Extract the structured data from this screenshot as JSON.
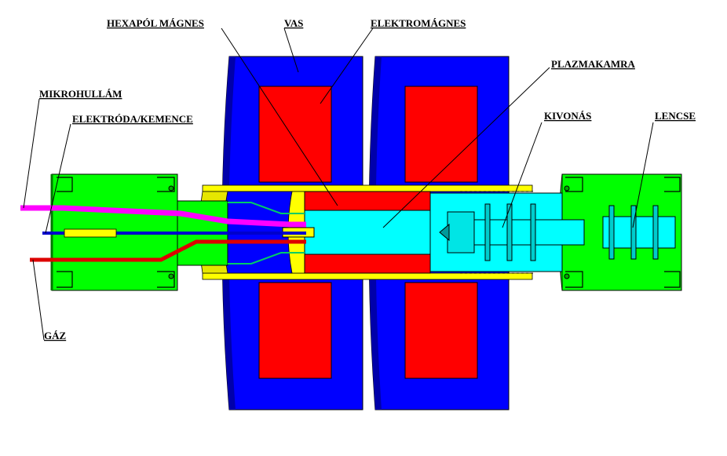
{
  "labels": {
    "hexapol": "HEXAPÓL MÁGNES",
    "vas": "VAS",
    "elektromagnes": "ELEKTROMÁGNES",
    "plazmakamra": "PLAZMAKAMRA",
    "mikrohullam": "MIKROHULLÁM",
    "elektroda": "ELEKTRÓDA/KEMENCE",
    "kivonas": "KIVONÁS",
    "lencse": "LENCSE",
    "gaz": "GÁZ"
  },
  "colors": {
    "iron": "#0000ff",
    "coil": "#ff0000",
    "chamber": "#00ffff",
    "flange": "#00ff00",
    "tube": "#ffff00",
    "microwave": "#ff00ff",
    "electrode": "#0000cc",
    "gas": "#dd0000"
  }
}
